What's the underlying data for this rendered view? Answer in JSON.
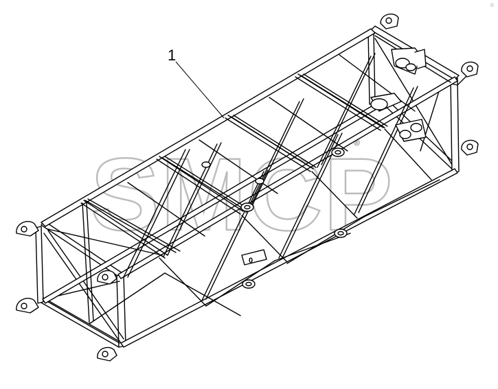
{
  "callout": {
    "label": "1"
  },
  "watermark": {
    "text": "SMCP",
    "trademark": "®"
  },
  "plate": {
    "text": "0"
  },
  "corner_mark": {
    "text": "©"
  },
  "colors": {
    "line": "#000000",
    "fill": "#ffffff",
    "watermark": "#bdbdbd"
  }
}
